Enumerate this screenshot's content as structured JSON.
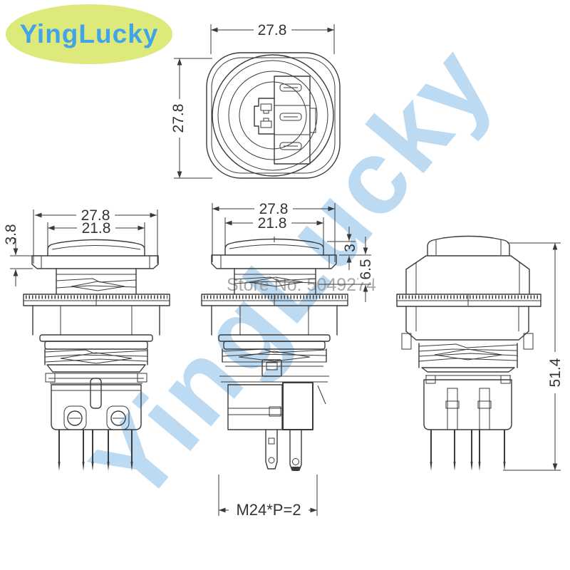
{
  "logo": {
    "text": "YingLucky"
  },
  "watermarks": {
    "brand_diagonal": "YingLucky",
    "store_number": "Store No: 5049274"
  },
  "drawing": {
    "line_color": "#3a3a3a",
    "views": {
      "top_view": {
        "dims": {
          "width": "27.8",
          "height": "27.8"
        }
      },
      "front_view": {
        "dims": {
          "width": "27.8",
          "cap_width": "21.8",
          "flange_thickness": "3.8"
        }
      },
      "center_view": {
        "dims": {
          "width": "27.8",
          "cap_width": "21.8",
          "cap_height": "3",
          "bezel_height": "6.5",
          "thread_spec": "M24*P=2"
        }
      },
      "side_view": {
        "dims": {
          "total_height": "51.4"
        }
      }
    }
  }
}
